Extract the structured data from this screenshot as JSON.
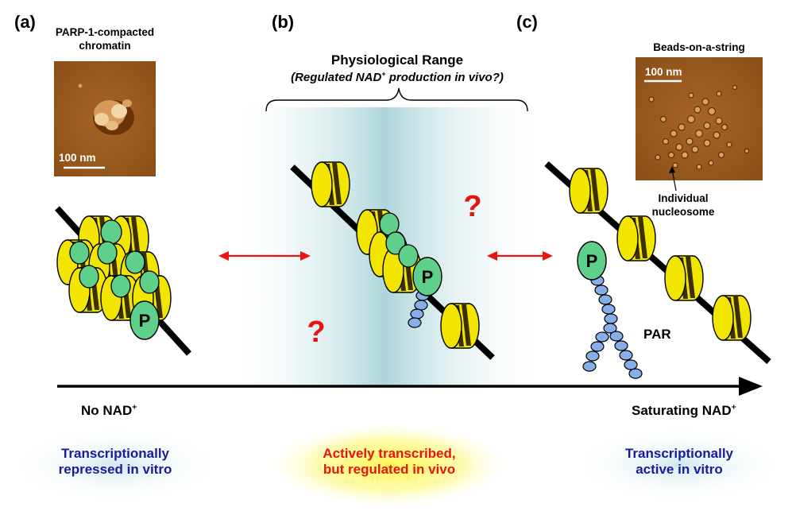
{
  "panels": {
    "a": "(a)",
    "b": "(b)",
    "c": "(c)"
  },
  "afm_a": {
    "caption_line1": "PARP-1-compacted",
    "caption_line2": "chromatin",
    "scale": "100 nm"
  },
  "afm_c": {
    "caption": "Beads-on-a-string",
    "scale": "100 nm",
    "arrow_label_line1": "Individual",
    "arrow_label_line2": "nucleosome"
  },
  "range": {
    "title": "Physiological Range",
    "subtitle_pre": "(Regulated NAD",
    "subtitle_sup": "+",
    "subtitle_post": " production in vivo?)"
  },
  "question_mark": "?",
  "parp_label": "P",
  "par_label": "PAR",
  "axis": {
    "left_pre": "No NAD",
    "left_sup": "+",
    "right_pre": "Saturating NAD",
    "right_sup": "+"
  },
  "states": {
    "a": {
      "line1": "Transcriptionally",
      "line2": "repressed in vitro",
      "color": "#1a1a9c"
    },
    "b": {
      "line1": "Actively transcribed,",
      "line2": "but regulated in vivo",
      "color": "#e8140f"
    },
    "c": {
      "line1": "Transcriptionally",
      "line2": "active in vitro",
      "color": "#1a1a9c"
    }
  },
  "colors": {
    "nucleosome_yellow": "#f2e600",
    "nucleosome_dark": "#3a3000",
    "parp_green": "#5fcf8c",
    "par_blue": "#86aee8",
    "arrow_red": "#e8140f",
    "afm_brown": "#9a5a1c"
  }
}
